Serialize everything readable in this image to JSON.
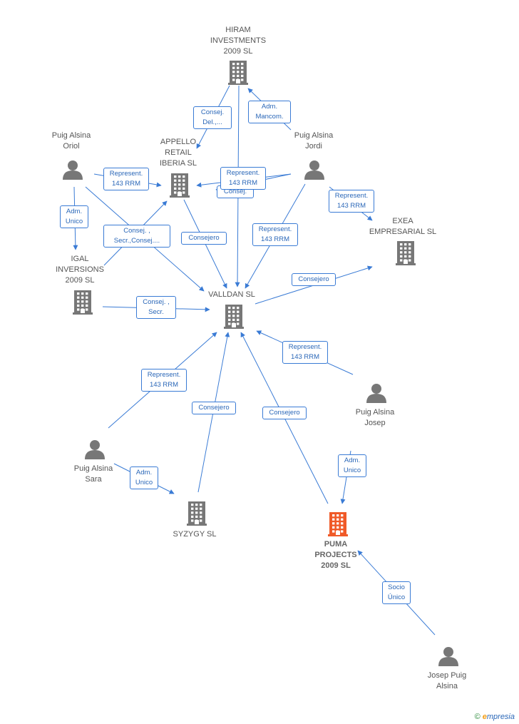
{
  "colors": {
    "edge": "#3a7bd5",
    "node": "#777777",
    "highlight": "#f05a28"
  },
  "nodes": [
    {
      "id": "hiram",
      "type": "company",
      "label": "HIRAM\nINVESTMENTS\n2009 SL"
    },
    {
      "id": "appello",
      "type": "company",
      "label": "APPELLO\nRETAIL\nIBERIA SL"
    },
    {
      "id": "oriol",
      "type": "person",
      "label": "Puig Alsina\nOriol"
    },
    {
      "id": "jordi",
      "type": "person",
      "label": "Puig Alsina\nJordi"
    },
    {
      "id": "exea",
      "type": "company",
      "label": "EXEA\nEMPRESARIAL SL"
    },
    {
      "id": "igal",
      "type": "company",
      "label": "IGAL\nINVERSIONS\n2009 SL"
    },
    {
      "id": "valldan",
      "type": "company",
      "label": "VALLDAN SL"
    },
    {
      "id": "josep",
      "type": "person",
      "label": "Puig Alsina\nJosep"
    },
    {
      "id": "sara",
      "type": "person",
      "label": "Puig Alsina\nSara"
    },
    {
      "id": "syzygy",
      "type": "company",
      "label": "SYZYGY SL"
    },
    {
      "id": "puma",
      "type": "company",
      "label": "PUMA\nPROJECTS\n2009 SL",
      "highlight": true
    },
    {
      "id": "josep2",
      "type": "person",
      "label": "Josep Puig\nAlsina"
    }
  ],
  "edges": [
    {
      "from": "jordi",
      "to": "hiram",
      "label": "Adm.\nMancom."
    },
    {
      "from": "hiram",
      "to": "appello",
      "label": "Consej.\nDel.,..."
    },
    {
      "from": "hiram",
      "to": "valldan",
      "label": ""
    },
    {
      "from": "oriol",
      "to": "appello",
      "label": "Represent.\n143 RRM"
    },
    {
      "from": "jordi",
      "to": "appello",
      "label": "Consej."
    },
    {
      "from": "jordi",
      "to": "appello",
      "label": "Represent.\n143 RRM"
    },
    {
      "from": "jordi",
      "to": "exea",
      "label": "Represent.\n143 RRM"
    },
    {
      "from": "oriol",
      "to": "igal",
      "label": "Adm.\nUnico"
    },
    {
      "from": "oriol",
      "to": "valldan",
      "label": ""
    },
    {
      "from": "igal",
      "to": "appello",
      "label": "Consej. ,\nSecr.,Consej...."
    },
    {
      "from": "appello",
      "to": "valldan",
      "label": "Consejero"
    },
    {
      "from": "jordi",
      "to": "valldan",
      "label": "Represent.\n143 RRM"
    },
    {
      "from": "valldan",
      "to": "exea",
      "label": "Consejero"
    },
    {
      "from": "igal",
      "to": "valldan",
      "label": "Consej. ,\nSecr."
    },
    {
      "from": "josep",
      "to": "valldan",
      "label": "Represent.\n143 RRM"
    },
    {
      "from": "sara",
      "to": "valldan",
      "label": "Represent.\n143 RRM"
    },
    {
      "from": "syzygy",
      "to": "valldan",
      "label": "Consejero"
    },
    {
      "from": "puma",
      "to": "valldan",
      "label": "Consejero"
    },
    {
      "from": "josep",
      "to": "puma",
      "label": "Adm.\nUnico"
    },
    {
      "from": "sara",
      "to": "syzygy",
      "label": "Adm.\nUnico"
    },
    {
      "from": "josep2",
      "to": "puma",
      "label": "Socio\nÚnico"
    }
  ],
  "brand": {
    "copyright": "©",
    "e": "e",
    "rest": "mpresia"
  }
}
